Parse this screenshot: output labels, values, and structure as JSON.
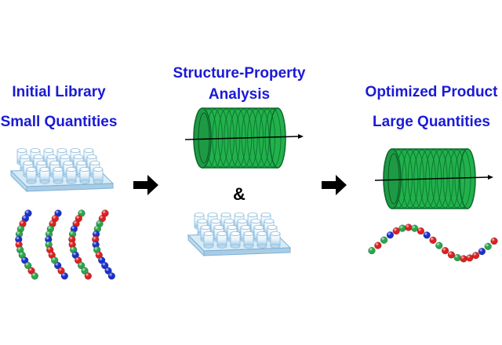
{
  "left": {
    "line1": "Initial Library",
    "line2": "Small Quantities"
  },
  "middle": {
    "line1": "Structure-Property",
    "line2": "Analysis",
    "connector": "&"
  },
  "right": {
    "line1": "Optimized Product",
    "line2": "Large Quantities"
  },
  "colors": {
    "label_text": "#1a1ad6",
    "coil_green": "#22b14c",
    "coil_dark": "#0a6b2b",
    "bead_blue": "#1a2fd0",
    "bead_red": "#e01e1e",
    "bead_green": "#2aa64a",
    "plate_blue": "#cfe6f5",
    "arrow": "#000000"
  },
  "icons": [
    "well-plate-icon",
    "coil-reactor-icon",
    "bead-chain-icon",
    "right-arrow-icon"
  ]
}
